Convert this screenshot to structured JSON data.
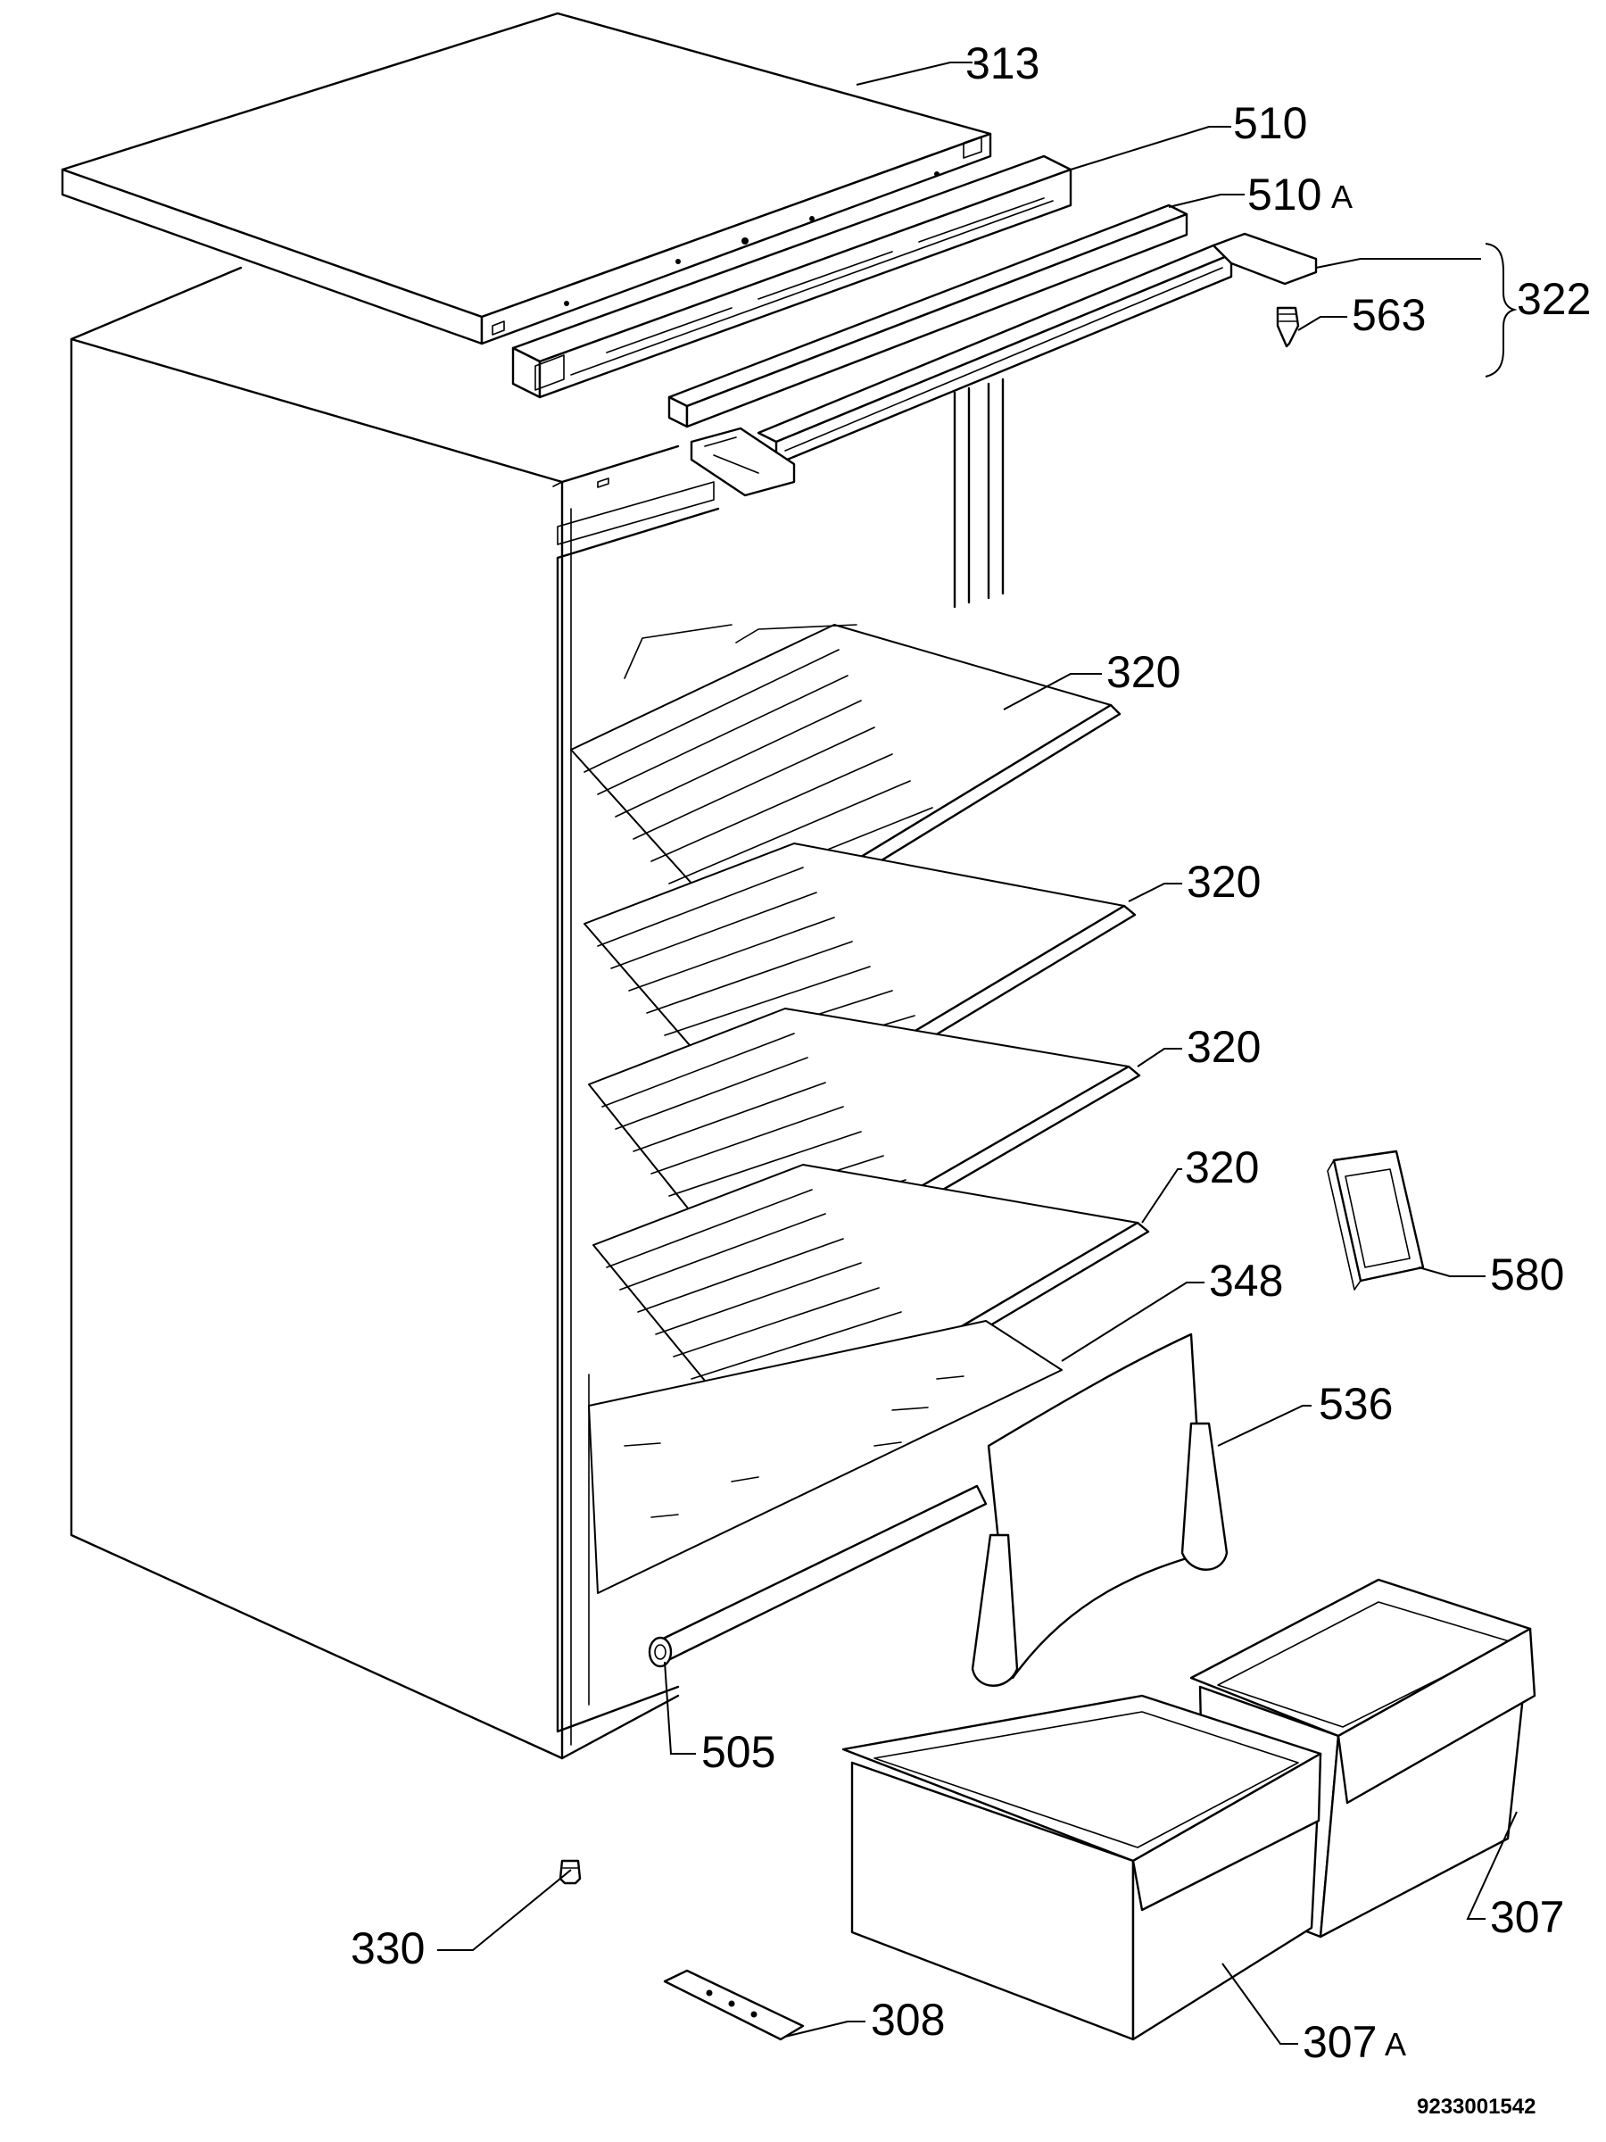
{
  "labels": {
    "p313": "313",
    "p510": "510",
    "p510a": "510",
    "p510a_suffix": "A",
    "p322": "322",
    "p563": "563",
    "p320_1": "320",
    "p320_2": "320",
    "p320_3": "320",
    "p320_4": "320",
    "p580": "580",
    "p348": "348",
    "p536": "536",
    "p505": "505",
    "p307": "307",
    "p307a": "307",
    "p307a_suffix": "A",
    "p330": "330",
    "p308": "308"
  },
  "drawing_code": "9233001542"
}
